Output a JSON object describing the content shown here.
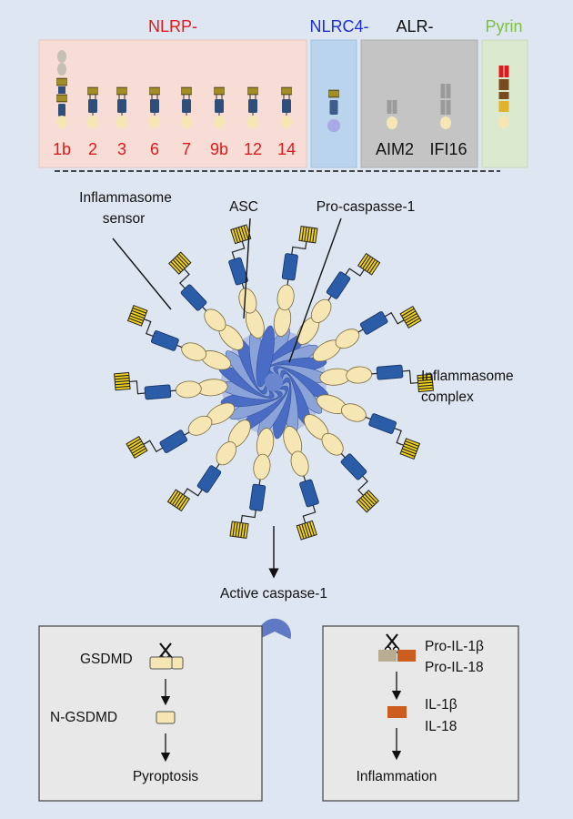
{
  "colors": {
    "background": "#dde6f1",
    "nlrp_red": "#e0191c",
    "nlrc4_blue": "#1d2ecf",
    "pyrin_green": "#7cc142",
    "nlrp_panel": "#f8ddd6",
    "nlrc4_panel": "#b9d4ec",
    "alr_panel": "#c4c4c4",
    "pyrin_panel": "#dbe9cf",
    "cream": "#f6e6b4",
    "nod_blue": "#2a5ca8",
    "lrr_yellow": "#f2d21b",
    "lrr_olive": "#7d6a1f",
    "asc_core": "#4b6cc4",
    "caspase_blue": "#5f79c5",
    "il_tan": "#b8ad93",
    "il_orange": "#cd5d1f"
  },
  "families": {
    "nlrp": {
      "title": "NLRP-",
      "members": [
        "1b",
        "2",
        "3",
        "6",
        "7",
        "9b",
        "12",
        "14"
      ]
    },
    "nlrc4": {
      "title": "NLRC4-"
    },
    "alr": {
      "title": "ALR-",
      "members": [
        "AIM2",
        "IFI16"
      ]
    },
    "pyrin": {
      "title": "Pyrin"
    }
  },
  "complex": {
    "sensor_label_line1": "Inflammasome",
    "sensor_label_line2": "sensor",
    "asc_label": "ASC",
    "procaspase_label": "Pro-caspasse-1",
    "complex_label_line1": "Inflammasome",
    "complex_label_line2": "complex"
  },
  "active_caspase": "Active caspase-1",
  "pyroptosis_box": {
    "gsdmd": "GSDMD",
    "n_gsdmd": "N-GSDMD",
    "outcome": "Pyroptosis"
  },
  "inflammation_box": {
    "pro_il1b": "Pro-IL-1β",
    "pro_il18": "Pro-IL-18",
    "il1b": "IL-1β",
    "il18": "IL-18",
    "outcome": "Inflammation"
  }
}
